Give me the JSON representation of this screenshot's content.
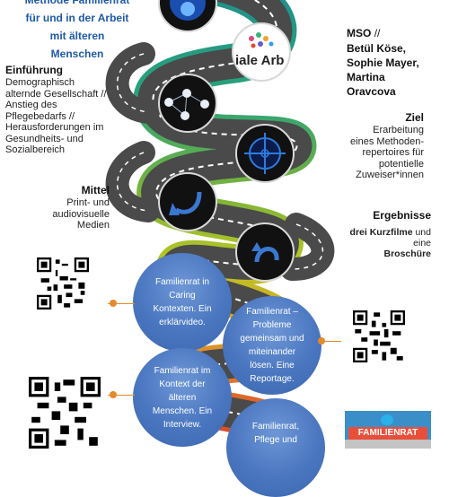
{
  "title": {
    "line0": "Methode Familienrat",
    "line1": "für und in der Arbeit",
    "line2": "mit älteren",
    "line3": "Menschen"
  },
  "mso": {
    "label": "MSO",
    "slashes": "//",
    "names": [
      "Betül Köse,",
      "Sophie Mayer,",
      "Martina",
      "Oravcova"
    ]
  },
  "einfuehrung": {
    "heading": "Einführung",
    "body": [
      "Demographisch",
      "alternde Gesellschaft //",
      "Anstieg des",
      "Pflegebedarfs //",
      "Herausforderungen im",
      "Gesundheits- und",
      "Sozialbereich"
    ]
  },
  "ziel": {
    "heading": "Ziel",
    "body": [
      "Erarbeitung",
      "eines Methoden-",
      "repertoires für",
      "potentielle",
      "Zuweiser*innen"
    ]
  },
  "mittel": {
    "heading": "Mittel",
    "body": [
      "Print- und",
      "audiovisuelle",
      "Medien"
    ]
  },
  "ergebnisse": {
    "heading": "Ergebnisse",
    "body_bold": "drei Kurzfilme",
    "body_mid": "und eine",
    "body_bold2": "Broschüre"
  },
  "logo_text": "iale Arb",
  "videos": [
    {
      "text": "Familienrat in Caring Kontexten. Ein erklärvideo."
    },
    {
      "text": "Familienrat – Probleme gemeinsam und miteinander lösen. Eine Reportage."
    },
    {
      "text": "Familienrat im Kontext der älteren Menschen. Ein Interview."
    },
    {
      "text": "Familienrat, Pflege und"
    }
  ],
  "poster_label": "FAMILIENRAT",
  "colors": {
    "title_blue": "#1e5aa8",
    "road": "#4a4a4a",
    "accent_orange": "#e58a2a",
    "road_teal": "#2a9d8f",
    "road_green": "#7ab33a",
    "road_lime": "#b9c623",
    "road_red": "#d6412a"
  },
  "icons": [
    "lightbulb-icon",
    "network-people-icon",
    "crosshair-target-icon",
    "arrow-return-icon",
    "arrow-undo-icon",
    "qr-code-icon"
  ]
}
